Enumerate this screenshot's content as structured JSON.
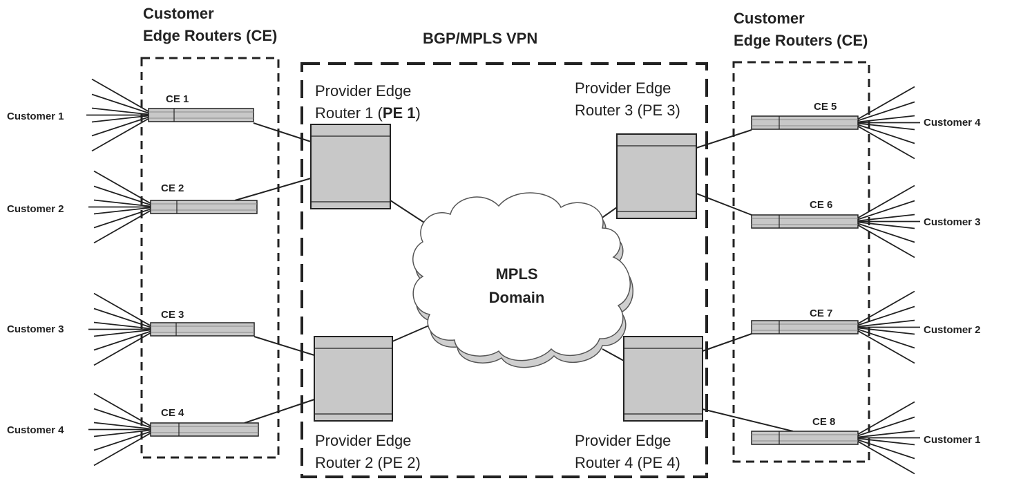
{
  "title": "BGP/MPLS VPN",
  "left_group_label": [
    "Customer",
    "Edge Routers (CE)"
  ],
  "right_group_label": [
    "Customer",
    "Edge Routers (CE)"
  ],
  "cloud_label": [
    "MPLS",
    "Domain"
  ],
  "pe_routers": [
    {
      "id": "pe1",
      "line1": "Provider Edge",
      "line2_prefix": "Router 1 (",
      "line2_bold": "PE 1",
      "line2_suffix": ")"
    },
    {
      "id": "pe2",
      "line1": "Provider Edge",
      "line2_prefix": "Router 2 (PE 2)",
      "line2_bold": "",
      "line2_suffix": ""
    },
    {
      "id": "pe3",
      "line1": "Provider Edge",
      "line2_prefix": "Router 3 (PE 3)",
      "line2_bold": "",
      "line2_suffix": ""
    },
    {
      "id": "pe4",
      "line1": "Provider Edge",
      "line2_prefix": "Router 4 (PE 4)",
      "line2_bold": "",
      "line2_suffix": ""
    }
  ],
  "ce_routers": [
    {
      "id": "ce1",
      "label": "CE 1",
      "customer": "Customer 1",
      "side": "left",
      "pe": "pe1"
    },
    {
      "id": "ce2",
      "label": "CE 2",
      "customer": "Customer 2",
      "side": "left",
      "pe": "pe1"
    },
    {
      "id": "ce3",
      "label": "CE 3",
      "customer": "Customer 3",
      "side": "left",
      "pe": "pe2"
    },
    {
      "id": "ce4",
      "label": "CE 4",
      "customer": "Customer 4",
      "side": "left",
      "pe": "pe2"
    },
    {
      "id": "ce5",
      "label": "CE 5",
      "customer": "Customer 4",
      "side": "right",
      "pe": "pe3"
    },
    {
      "id": "ce6",
      "label": "CE 6",
      "customer": "Customer 3",
      "side": "right",
      "pe": "pe3"
    },
    {
      "id": "ce7",
      "label": "CE 7",
      "customer": "Customer 2",
      "side": "right",
      "pe": "pe4"
    },
    {
      "id": "ce8",
      "label": "CE 8",
      "customer": "Customer 1",
      "side": "right",
      "pe": "pe4"
    }
  ],
  "colors": {
    "router_fill": "#c8c8c8",
    "line": "#222222",
    "cloud_fill": "#ffffff",
    "cloud_shadow": "#cfcfcf"
  }
}
